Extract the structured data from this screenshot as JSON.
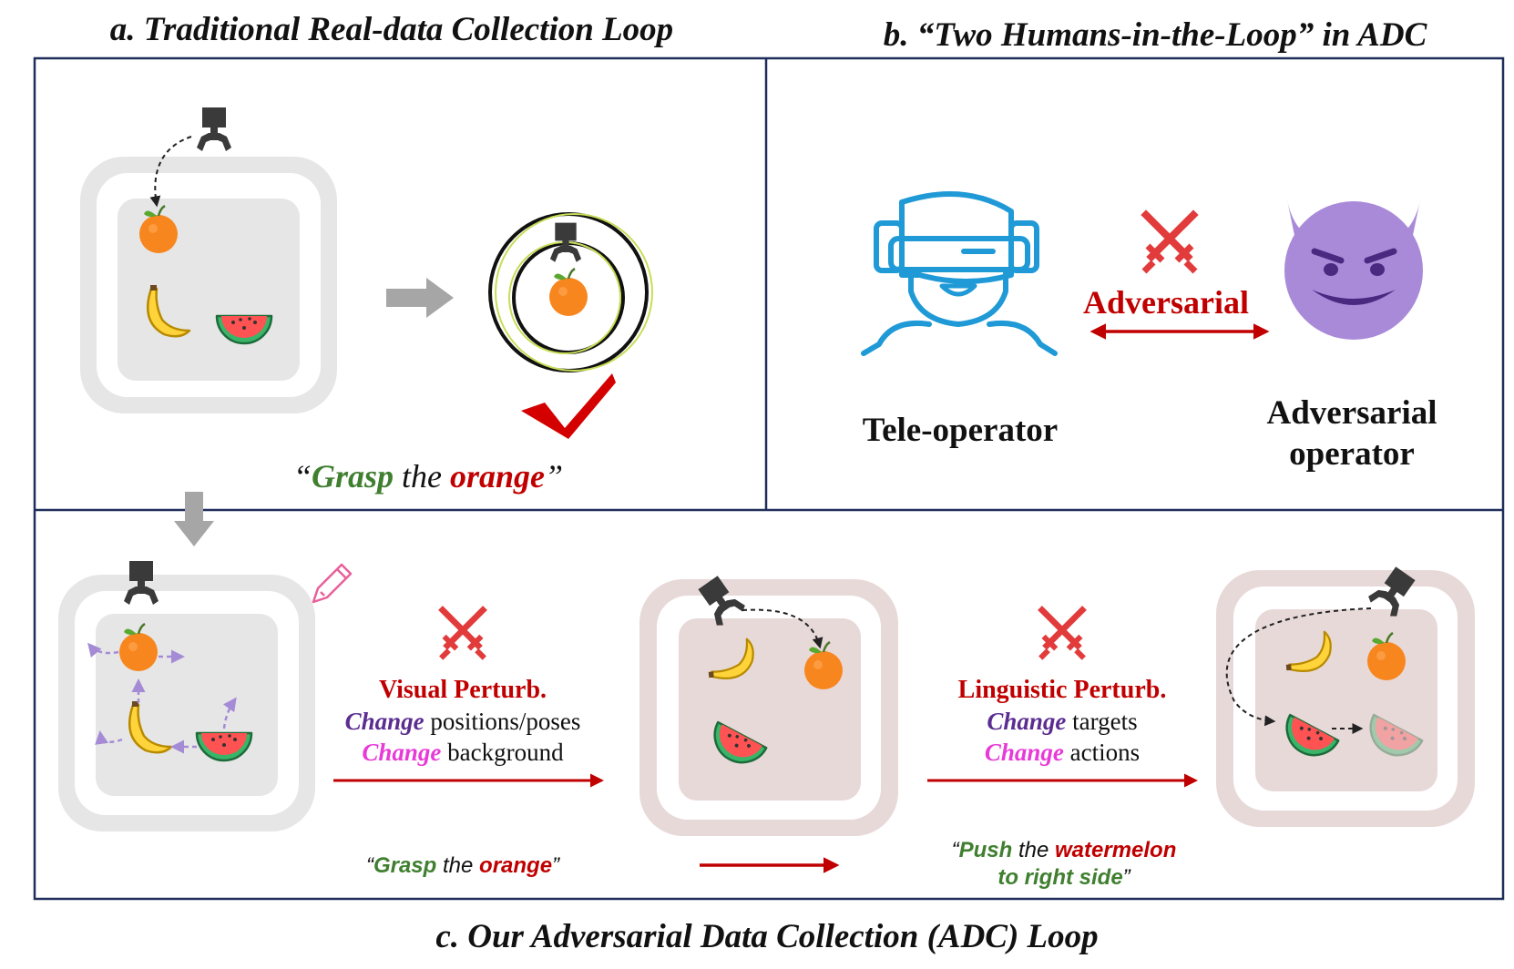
{
  "panels": {
    "a": {
      "title": "a. Traditional Real-data Collection Loop"
    },
    "b": {
      "title": "b. “Two Humans-in-the-Loop” in ADC"
    },
    "c": {
      "title": "c. Our Adversarial Data Collection (ADC) Loop"
    }
  },
  "panel_a": {
    "instruction": {
      "open": "“",
      "verb": "Grasp",
      "mid": " the ",
      "object": "orange",
      "close": "”"
    }
  },
  "panel_b": {
    "teleoperator": "Tele-operator",
    "adversarial_label": "Adversarial",
    "adversarial_operator_line1": "Adversarial",
    "adversarial_operator_line2": "operator"
  },
  "panel_c": {
    "visual": {
      "title": "Visual Perturb.",
      "line1_verb": "Change",
      "line1_rest": " positions/poses",
      "line2_verb": "Change",
      "line2_rest": " background"
    },
    "linguistic": {
      "title": "Linguistic Perturb.",
      "line1_verb": "Change",
      "line1_rest": " targets",
      "line2_verb": "Change",
      "line2_rest": " actions"
    },
    "instruction1": {
      "open": "“",
      "verb": "Grasp",
      "mid": " the ",
      "object": "orange",
      "close": "”"
    },
    "instruction2": {
      "open": "“",
      "verb": "Push",
      "mid": " the ",
      "object": "watermelon",
      "line2": "to right side",
      "close": "”"
    }
  },
  "colors": {
    "frame": "#1f2d5a",
    "green": "#3f7f2f",
    "red": "#c00000",
    "purple": "#5b2d90",
    "magenta": "#e83ad8",
    "blue": "#1f9ad6",
    "devil": "#a98ad9",
    "grey_arrow": "#a6a6a6"
  },
  "icons": [
    "robot-gripper-icon",
    "orange-icon",
    "banana-icon",
    "watermelon-icon",
    "crossed-swords-icon",
    "vr-operator-icon",
    "devil-face-icon",
    "pencil-icon",
    "checkmark-icon"
  ]
}
